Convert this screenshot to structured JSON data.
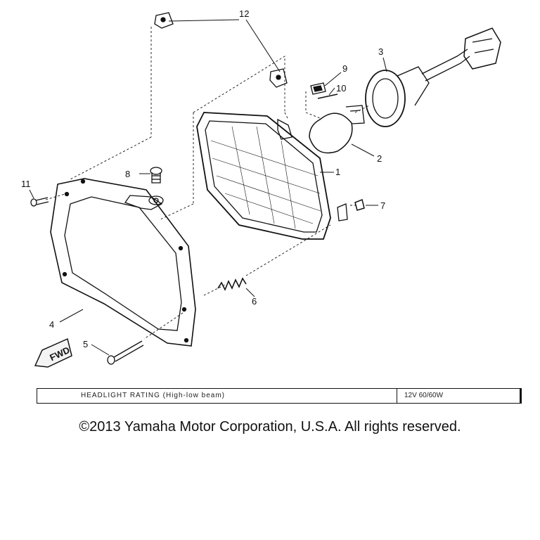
{
  "diagram": {
    "callouts": {
      "c1": "1",
      "c2": "2",
      "c3": "3",
      "c4": "4",
      "c5": "5",
      "c6": "6",
      "c7": "7",
      "c8": "8",
      "c9": "9",
      "c10": "10",
      "c11": "11",
      "c12": "12"
    },
    "fwd_label": "FWD"
  },
  "rating_table": {
    "label": "HEADLIGHT RATING (High-low beam)",
    "value": "12V 60/60W"
  },
  "copyright": "©2013 Yamaha Motor Corporation, U.S.A. All rights reserved.",
  "colors": {
    "ink": "#111111",
    "background": "#ffffff"
  }
}
